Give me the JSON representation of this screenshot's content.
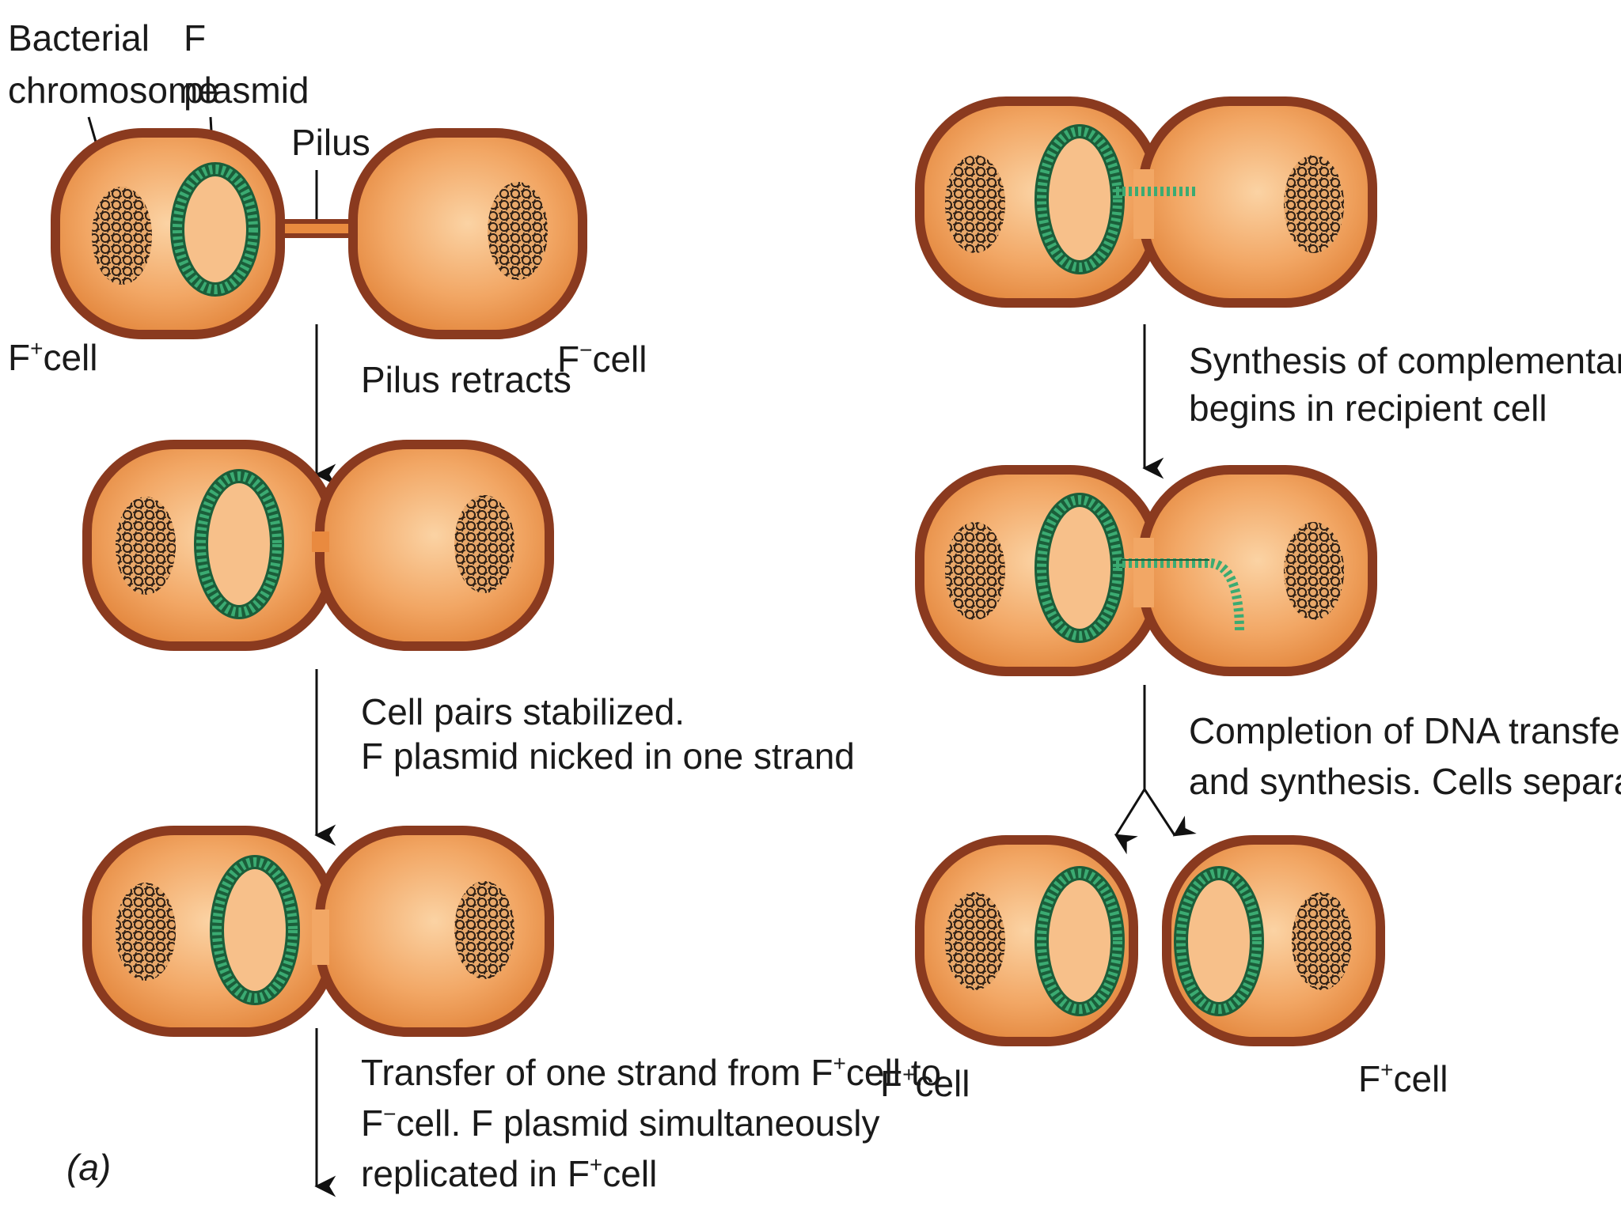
{
  "labels": {
    "bacterial_chromosome": [
      "Bacterial",
      "chromosome"
    ],
    "f_plasmid": [
      "F",
      "plasmid"
    ],
    "pilus": "Pilus",
    "f_plus_cell_prefix": "F",
    "f_plus_sup": "+",
    "f_minus_sup": "−",
    "cell_suffix": "cell",
    "panel_label": "(a)"
  },
  "steps": {
    "pilus_retracts": "Pilus retracts",
    "stabilized": [
      "Cell pairs stabilized.",
      "F plasmid nicked in one strand"
    ],
    "transfer": {
      "line1a": "Transfer of one strand from F",
      "line1b": "cell to",
      "line2a": "F",
      "line2b": "cell. F plasmid simultaneously",
      "line3a": "replicated in F",
      "line3b": "cell"
    },
    "synthesis": [
      "Synthesis of complementary strand",
      "begins in recipient cell"
    ],
    "completion": [
      "Completion of DNA transfer",
      "and synthesis. Cells separate"
    ]
  },
  "colors": {
    "cell_outline": "#8a3a1f",
    "cell_fill_outer": "#e98a3f",
    "cell_fill_inner": "#f7c08a",
    "plasmid": "#3bab72",
    "plasmid_dark": "#1b5e3a",
    "chromosome": "#3a2a1f"
  }
}
